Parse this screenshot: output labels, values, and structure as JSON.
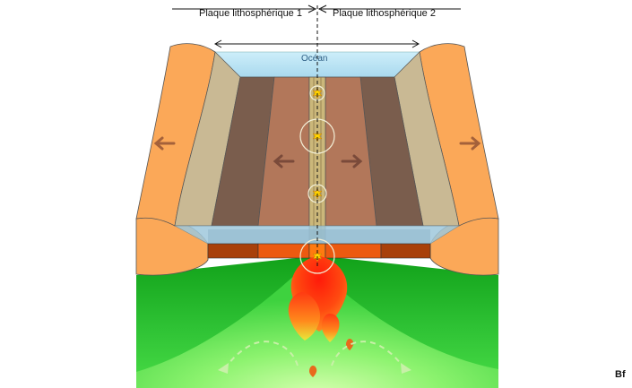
{
  "labels": {
    "plate_1": "Plaque lithosphérique 1",
    "plate_2": "Plaque lithosphérique 2",
    "ocean": "Océan",
    "credit": "Bf"
  },
  "colors": {
    "mantle": "#13a81d",
    "mantle_hot": "#c6ff9c",
    "continent": "#fba858",
    "continental_shelf": "#c9b994",
    "old_crust": "#7a5d4d",
    "young_crust": "#b2775a",
    "ocean_water": "#bfe6f5",
    "magma": "#ff2a08",
    "earthquake": "#ffd400"
  },
  "icons": [
    "earthquake-icon",
    "divergence-arrow-icon",
    "convection-arrow-icon"
  ]
}
